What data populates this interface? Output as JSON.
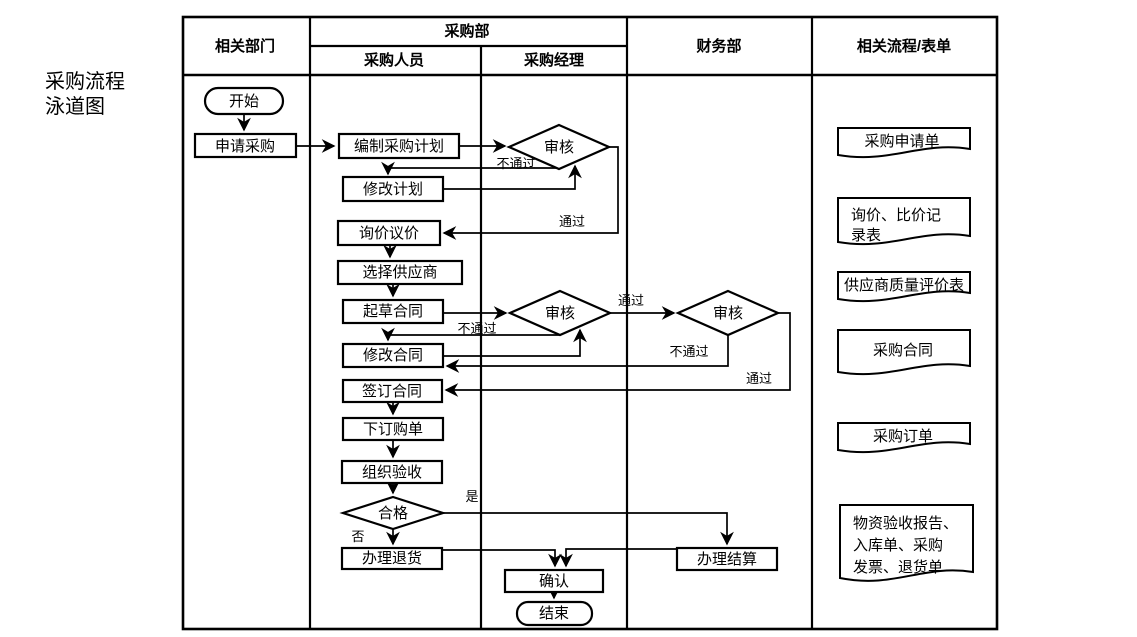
{
  "title": {
    "line1": "采购流程",
    "line2": "泳道图"
  },
  "lanes": {
    "related_dept": "相关部门",
    "purchasing_dept": "采购部",
    "purchasing_staff": "采购人员",
    "purchasing_manager": "采购经理",
    "finance_dept": "财务部",
    "related_forms": "相关流程/表单"
  },
  "nodes": {
    "start": "开始",
    "apply": "申请采购",
    "make_plan": "编制采购计划",
    "review1": "审核",
    "revise_plan": "修改计划",
    "inquiry": "询价议价",
    "select_supplier": "选择供应商",
    "draft_contract": "起草合同",
    "review2": "审核",
    "revise_contract": "修改合同",
    "review3": "审核",
    "sign_contract": "签订合同",
    "place_order": "下订购单",
    "inspection": "组织验收",
    "qualified": "合格",
    "returns": "办理退货",
    "settlement": "办理结算",
    "confirm": "确认",
    "end": "结束"
  },
  "edge_labels": {
    "fail1": "不通过",
    "pass1": "通过",
    "fail2": "不通过",
    "pass2": "通过",
    "fail3": "不通过",
    "pass3": "通过",
    "yes": "是",
    "no": "否"
  },
  "documents": [
    {
      "lines": [
        "采购申请单"
      ]
    },
    {
      "lines": [
        "询价、比价记",
        "录表"
      ]
    },
    {
      "lines": [
        "供应商质量评价表"
      ]
    },
    {
      "lines": [
        "采购合同"
      ]
    },
    {
      "lines": [
        "采购订单"
      ]
    },
    {
      "lines": [
        "物资验收报告、",
        "入库单、采购",
        "发票、退货单"
      ]
    }
  ],
  "colors": {
    "line": "#000000",
    "text": "#000000",
    "background": "#ffffff"
  }
}
